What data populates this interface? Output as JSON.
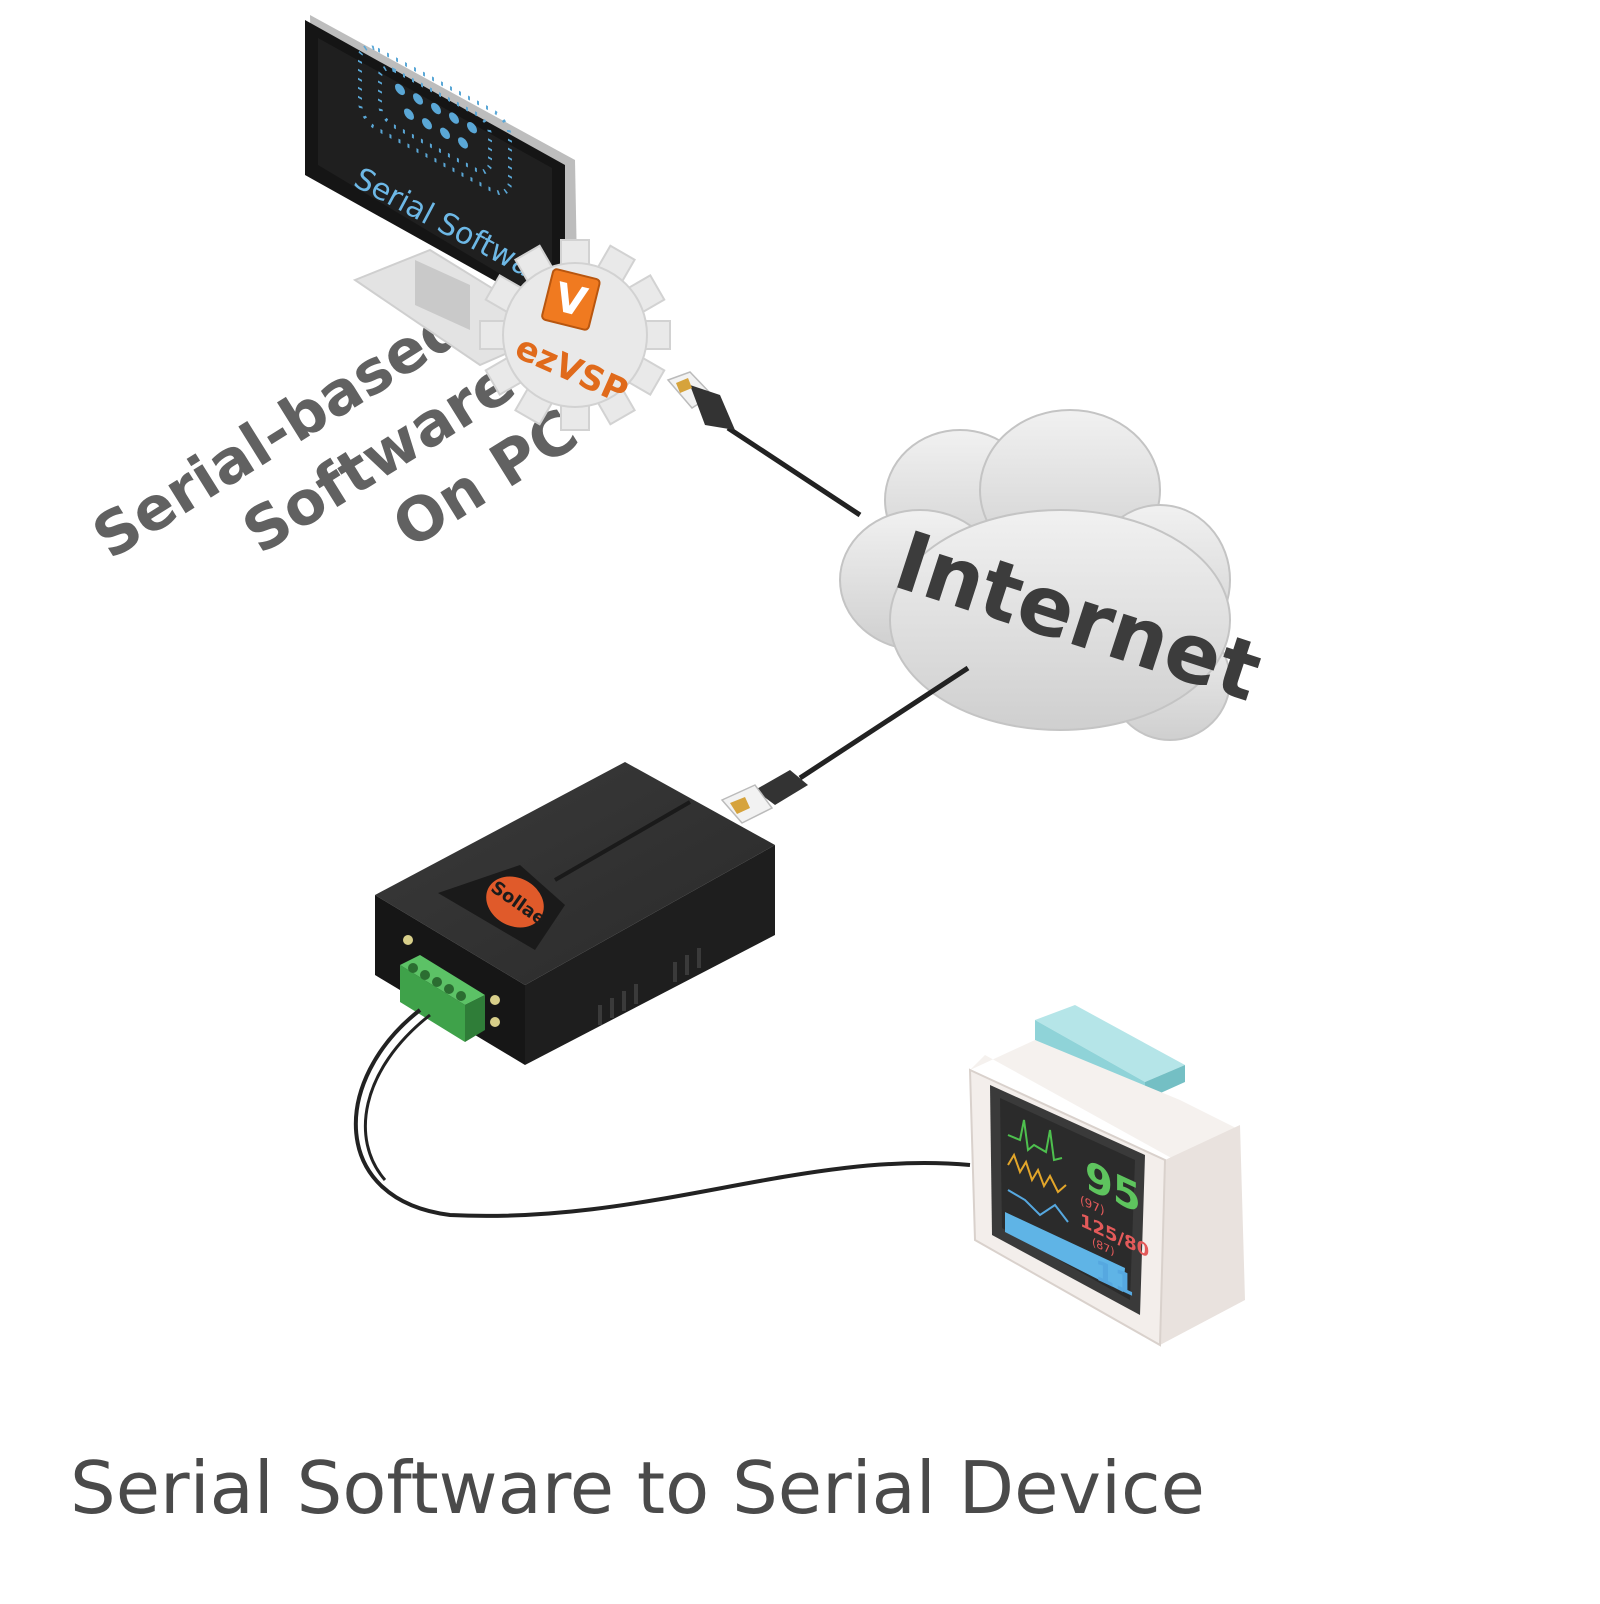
{
  "diagram": {
    "title": "Serial Software to Serial Device",
    "pc_label": [
      "Serial-based",
      "Software",
      "On PC"
    ],
    "monitor_screen_text": "Serial Software",
    "gear_badge_letter": "V",
    "gear_text": "ezVSP",
    "cloud_text": "Internet",
    "device_brand": "Sollae",
    "monitor_readouts": {
      "heart_rate": "95",
      "spo2": "(97)",
      "blood_pressure": "125/80",
      "map": "(87)",
      "resp": "11"
    },
    "colors": {
      "cable": "#222222",
      "gear_badge": "#f07a20",
      "cloud": "#d9d9d9",
      "device_body": "#2b2b2b",
      "terminal_block": "#3fa24a",
      "monitor_cap": "#8fd3d8"
    }
  }
}
